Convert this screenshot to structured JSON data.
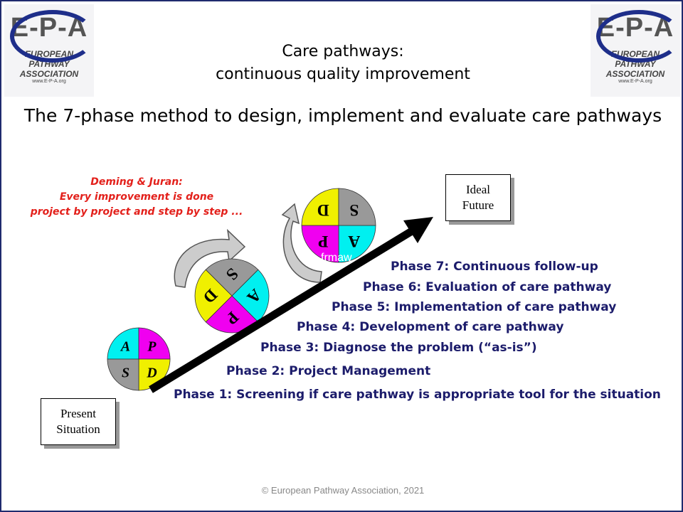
{
  "logo": {
    "mark": "E-P-A",
    "org_lines": [
      "EUROPEAN",
      "PATHWAY",
      "ASSOCIATION"
    ],
    "url": "www.E-P-A.org"
  },
  "title": {
    "line1": "Care pathways:",
    "line2": "continuous quality improvement"
  },
  "subtitle": "The 7-phase method to design, implement and evaluate care pathways",
  "quote": {
    "line1": "Deming & Juran:",
    "line2": "Every improvement is done",
    "line3": "project by project and step by step ..."
  },
  "cycle_letters": {
    "A": "A",
    "P": "P",
    "D": "D",
    "S": "S"
  },
  "colors": {
    "A": "#00f0f0",
    "P": "#f000f0",
    "D": "#f0f000",
    "S": "#999999",
    "phase_text": "#1c1c6b",
    "quote": "#e3201b",
    "border": "#1f2a6e"
  },
  "boxes": {
    "present": [
      "Present",
      "Situation"
    ],
    "ideal": [
      "Ideal",
      "Future"
    ]
  },
  "watermark": "frmaw",
  "phases": [
    "Phase 1: Screening if care pathway is appropriate tool for the situation",
    "Phase 2: Project Management",
    "Phase 3: Diagnose the problem (“as-is”)",
    "Phase 4: Development of care pathway",
    "Phase 5: Implementation of care pathway",
    "Phase 6: Evaluation of care pathway",
    "Phase 7: Continuous follow-up"
  ],
  "footer": "© European Pathway Association, 2021"
}
